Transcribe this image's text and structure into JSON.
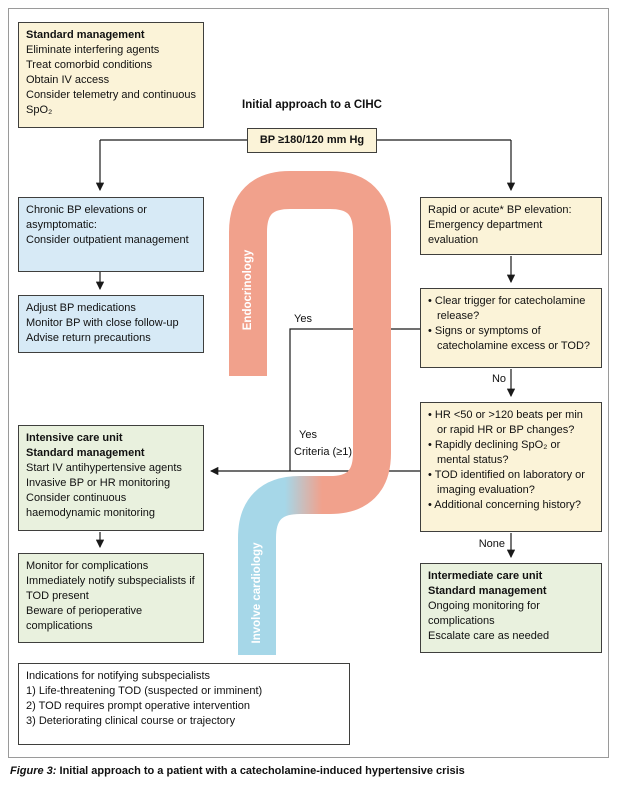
{
  "palette": {
    "box_cream": "#FBF3D8",
    "box_blue": "#D7EAF6",
    "box_green": "#E9F1DE",
    "ribbon_salmon": "#F1A18C",
    "ribbon_blue": "#A6D7E8",
    "line_color": "#1a1a1a"
  },
  "header": {
    "title": "Initial approach to a CIHC",
    "bp_criteria": "BP ≥180/120 mm Hg"
  },
  "boxes": {
    "standard_management": {
      "title": "Standard management",
      "lines": [
        "Eliminate interfering agents",
        "Treat comorbid conditions",
        "Obtain IV access",
        "Consider telemetry and continuous SpO₂"
      ]
    },
    "chronic": {
      "lines": [
        "Chronic BP elevations or asymptomatic:",
        "Consider outpatient management"
      ]
    },
    "outpatient_plan": {
      "lines": [
        "Adjust BP medications",
        "Monitor BP with close follow-up",
        "Advise return precautions"
      ]
    },
    "rapid": {
      "lines": [
        "Rapid or acute* BP elevation:",
        "Emergency department evaluation"
      ]
    },
    "screen_questions": {
      "items": [
        "• Clear trigger for catecholamine release?",
        "• Signs or symptoms of catecholamine excess or TOD?"
      ]
    },
    "criteria_questions": {
      "items": [
        "• HR <50 or >120 beats per min or rapid HR or BP changes?",
        "• Rapidly declining SpO₂ or mental status?",
        "• TOD identified on laboratory or imaging evaluation?",
        "• Additional concerning history?"
      ]
    },
    "icu": {
      "title1": "Intensive care unit",
      "title2": "Standard management",
      "lines": [
        "Start IV antihypertensive agents",
        "Invasive BP or HR monitoring",
        "Consider continuous haemodynamic monitoring"
      ]
    },
    "icu_monitoring": {
      "lines": [
        "Monitor for complications",
        "Immediately notify subspecialists if TOD present",
        "Beware of perioperative complications"
      ]
    },
    "intermediate": {
      "title1": "Intermediate care unit",
      "title2": "Standard management",
      "lines": [
        "Ongoing monitoring for complications",
        "Escalate care as needed"
      ]
    },
    "indications": {
      "title": "Indications for notifying subspecialists",
      "lines": [
        "1) Life-threatening TOD (suspected or imminent)",
        "2) TOD requires prompt operative intervention",
        "3) Deteriorating clinical course or trajectory"
      ]
    }
  },
  "labels": {
    "yes_upper": "Yes",
    "yes_lower": "Yes",
    "criteria": "Criteria (≥1)",
    "no": "No",
    "none": "None"
  },
  "ribbon": {
    "endocrinology": "Endocrinology",
    "cardiology": "Involve cardiology"
  },
  "caption": {
    "label": "Figure 3:",
    "text": "Initial approach to a patient with a catecholamine-induced hypertensive crisis"
  }
}
